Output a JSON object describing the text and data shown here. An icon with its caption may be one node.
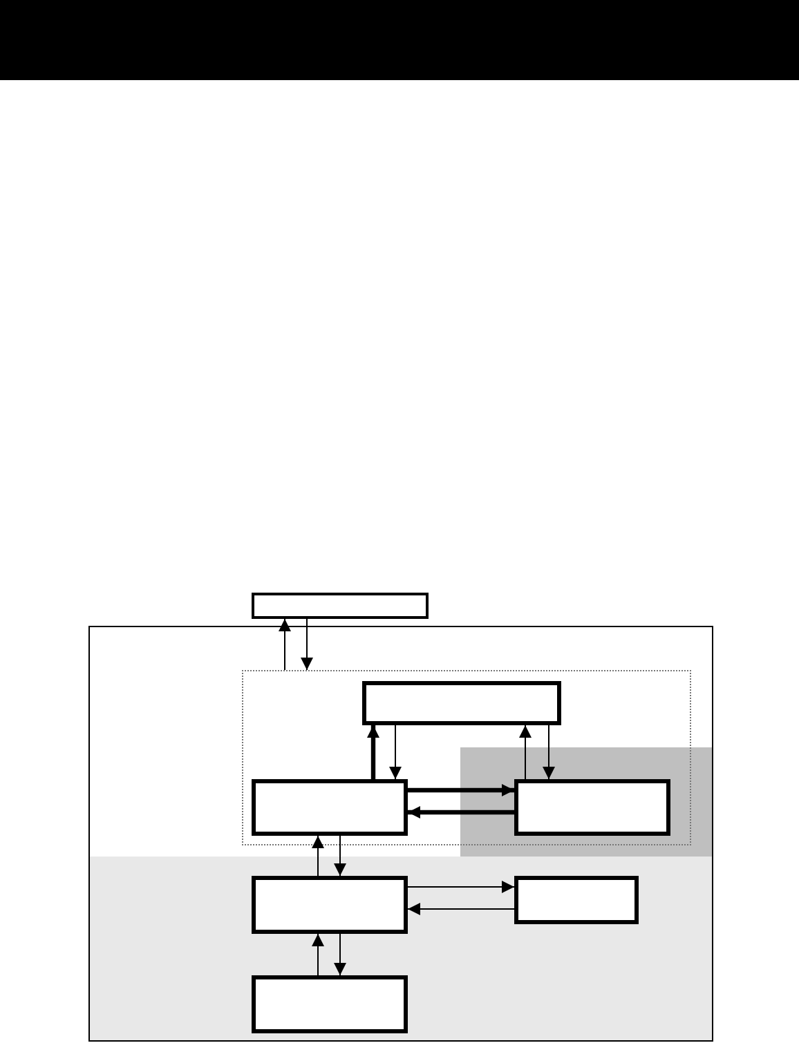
{
  "diagram": {
    "nodes": [
      {
        "text": [],
        "shape": "box"
      },
      {
        "text": [],
        "shape": "box"
      },
      {
        "text": [],
        "shape": "box",
        "in": 1
      },
      {
        "text": [],
        "shape": "box",
        "in": 2
      },
      {
        "text": [],
        "shape": "box",
        "in": 2
      },
      {
        "text": [],
        "shape": "box",
        "in": 2
      },
      {
        "text": [],
        "shape": "box",
        "in": 1
      },
      {
        "text": [],
        "shape": "box",
        "in": 1
      },
      {
        "text": [],
        "shape": "box",
        "in": 1
      }
    ],
    "edges": [
      {
        "from": 2,
        "to": 0,
        "arrow": "to"
      },
      {
        "from": 0,
        "to": 2,
        "arrow": "to"
      },
      {
        "from": 4,
        "to": 3,
        "arrow": "to",
        "style": "thick"
      },
      {
        "from": 3,
        "to": 4,
        "arrow": "to"
      },
      {
        "from": 5,
        "to": 3,
        "arrow": "to"
      },
      {
        "from": 3,
        "to": 5,
        "arrow": "to"
      },
      {
        "from": 4,
        "to": 5,
        "arrow": "to",
        "style": "thick"
      },
      {
        "from": 5,
        "to": 4,
        "arrow": "to",
        "style": "thick"
      },
      {
        "from": 6,
        "to": 4,
        "arrow": "to"
      },
      {
        "from": 4,
        "to": 6,
        "arrow": "to"
      },
      {
        "from": 6,
        "to": 7,
        "arrow": "to"
      },
      {
        "from": 7,
        "to": 6,
        "arrow": "to"
      },
      {
        "from": 8,
        "to": 6,
        "arrow": "to"
      },
      {
        "from": 6,
        "to": 8,
        "arrow": "to"
      }
    ]
  }
}
